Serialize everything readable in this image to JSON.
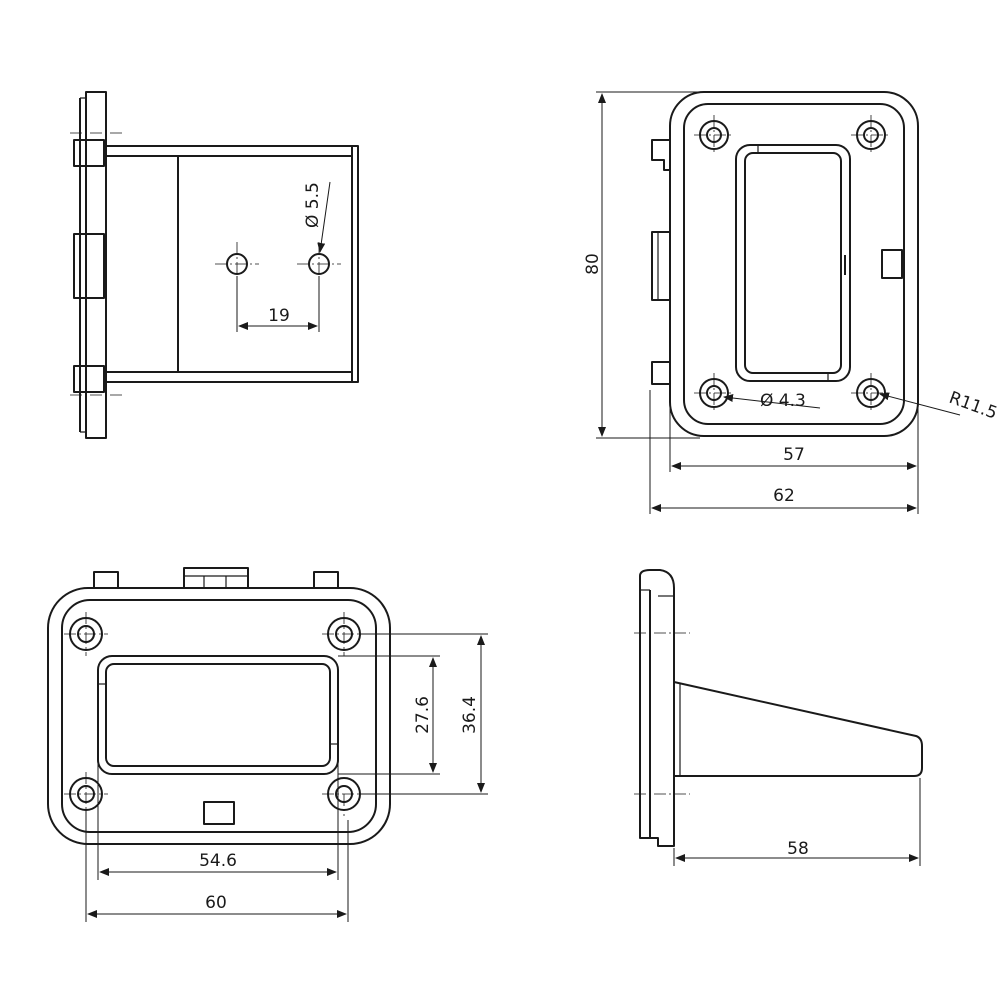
{
  "views": {
    "side_view": {
      "hole_diameter": "Ø 5.5",
      "hole_spacing": "19"
    },
    "rear_view": {
      "height": "80",
      "hole_diameter": "Ø 4.3",
      "corner_radius": "R11.5",
      "inner_width": "57",
      "outer_width": "62"
    },
    "front_view": {
      "slot_height": "27.6",
      "hole_spacing_v": "36.4",
      "hole_spacing_h": "54.6",
      "overall_width": "60"
    },
    "profile_view": {
      "depth": "58"
    }
  }
}
